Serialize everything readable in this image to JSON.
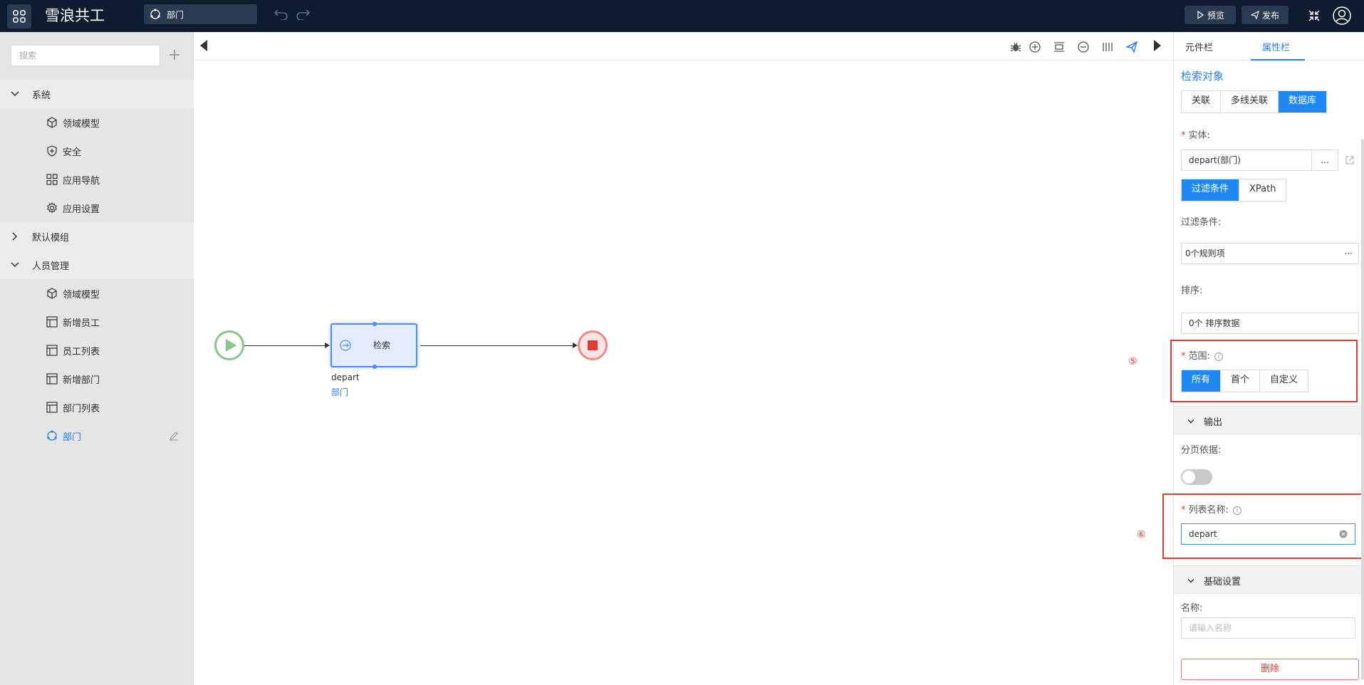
{
  "app": {
    "title": "雪浪共工",
    "tab_label": "部门"
  },
  "header": {
    "preview": "预览",
    "publish": "发布"
  },
  "sidebar": {
    "search_placeholder": "搜索",
    "groups": [
      {
        "label": "系统",
        "items": [
          "领域模型",
          "安全",
          "应用导航",
          "应用设置"
        ]
      },
      {
        "label": "默认模组"
      },
      {
        "label": "人员管理",
        "items": [
          "领域模型",
          "新增员工",
          "员工列表",
          "新增部门",
          "部门列表",
          "部门"
        ]
      }
    ]
  },
  "canvas": {
    "node": {
      "label": "检索",
      "sub1": "depart",
      "sub2": "部门"
    },
    "markers": [
      "⑤",
      "⑥"
    ]
  },
  "panel": {
    "tabs": [
      "元件栏",
      "属性栏"
    ],
    "section_title": "检索对象",
    "source_options": [
      "关联",
      "多线关联",
      "数据库"
    ],
    "entity_label": "实体:",
    "entity_value": "depart(部门)",
    "entity_more": "...",
    "filter_modes": [
      "过滤条件",
      "XPath"
    ],
    "filter_label": "过滤条件:",
    "filter_value": "0个规则项",
    "filter_more": "···",
    "sort_label": "排序:",
    "sort_value": "0个 排序数据",
    "range_label": "范围:",
    "range_options": [
      "所有",
      "首个",
      "自定义"
    ],
    "output_title": "输出",
    "paging_label": "分页依据:",
    "list_name_label": "列表名称:",
    "list_name_value": "depart",
    "basic_title": "基础设置",
    "name_label": "名称:",
    "name_placeholder": "请输入名称",
    "delete": "删除"
  },
  "colors": {
    "accent": "#1e88f5",
    "danger": "#e53935",
    "topbar": "#0f1c30"
  }
}
